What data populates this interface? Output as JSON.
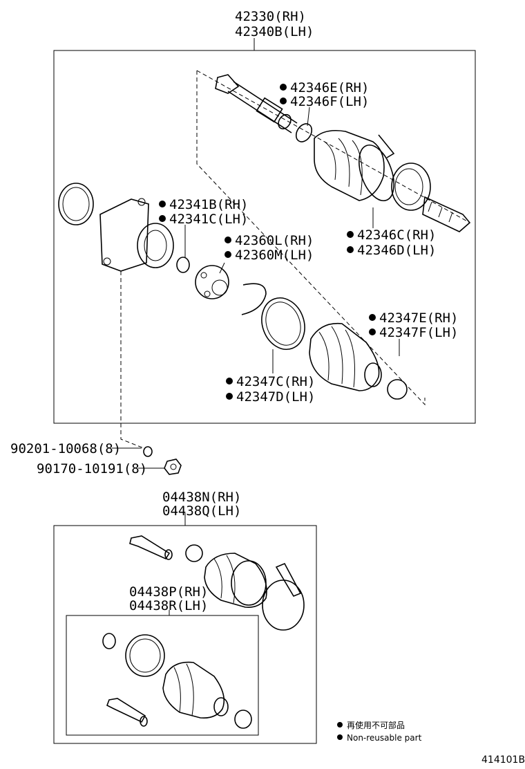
{
  "callouts": {
    "axle_assembly": [
      "42330(RH)",
      "42340B(LH)"
    ],
    "boot_clamp_e": [
      "42346E(RH)",
      "42346F(LH)"
    ],
    "boot_clamp_c": [
      "42346C(RH)",
      "42346D(LH)"
    ],
    "snap_ring": [
      "42341B(RH)",
      "42341C(LH)"
    ],
    "tripod_joint": [
      "42360L(RH)",
      "42360M(LH)"
    ],
    "small_clamp": [
      "42347E(RH)",
      "42347F(LH)"
    ],
    "boot_band": [
      "42347C(RH)",
      "42347D(LH)"
    ],
    "washer": "90201-10068(8)",
    "nut": "90170-10191(8)",
    "boot_kit_outer": [
      "04438N(RH)",
      "04438Q(LH)"
    ],
    "boot_kit_inner": [
      "04438P(RH)",
      "04438R(LH)"
    ]
  },
  "legend": {
    "line_jp": "再使用不可部品",
    "line_en": "Non-reusable part"
  },
  "diagram_code": "414101B"
}
